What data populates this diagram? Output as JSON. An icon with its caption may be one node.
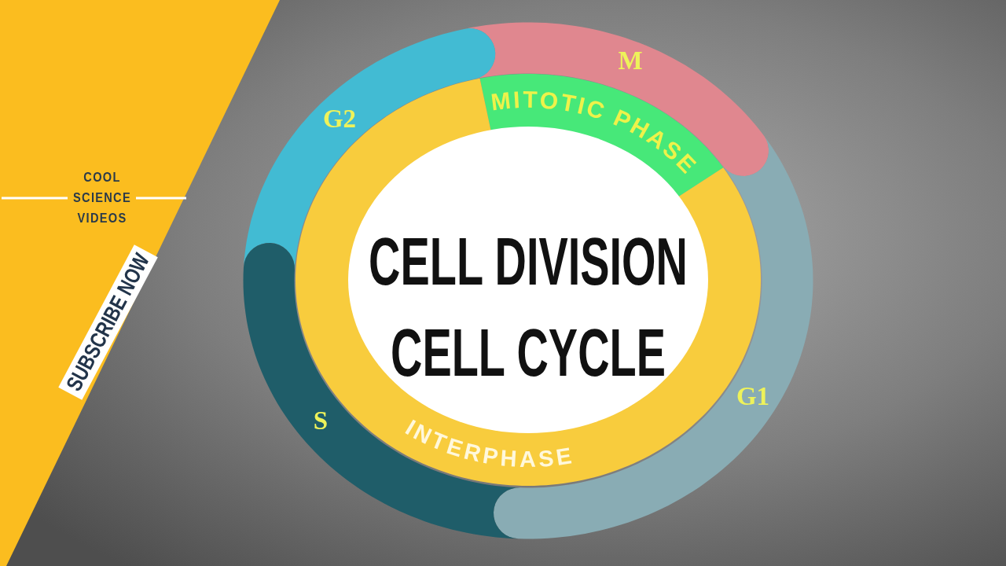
{
  "diagram": {
    "nodes": [
      {
        "text": [
          "M"
        ]
      },
      {
        "text": [
          "G2"
        ]
      },
      {
        "text": [
          "MITOTIC PHASE"
        ]
      },
      {
        "text": [
          "CELL DIVISION",
          "CELL CYCLE"
        ]
      },
      {
        "text": [
          "G1"
        ]
      },
      {
        "text": [
          "S"
        ]
      },
      {
        "text": [
          "INTERPHASE"
        ]
      }
    ],
    "labels": [
      "COOL SCIENCE VIDEOS",
      "SUBSCRIBE NOW"
    ]
  }
}
